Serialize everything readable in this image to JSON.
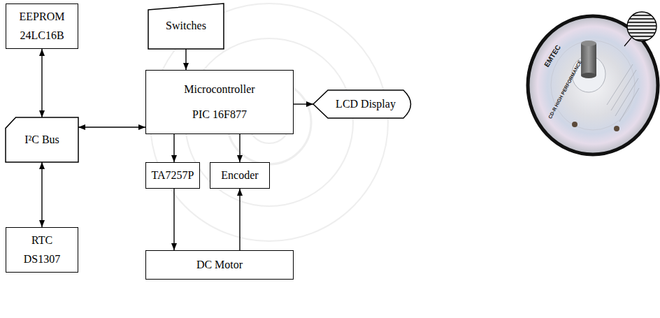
{
  "diagram": {
    "nodes": [
      {
        "text": [
          "EEPROM",
          "24LC16B"
        ]
      },
      {
        "text": [
          "Switches"
        ]
      },
      {
        "text": [
          "Microcontroller",
          "PIC 16F877"
        ]
      },
      {
        "text": [
          "LCD Display"
        ]
      },
      {
        "text": [
          "I²C Bus"
        ]
      },
      {
        "text": [
          "TA7257P"
        ]
      },
      {
        "text": [
          "Encoder"
        ]
      },
      {
        "text": [
          "RTC",
          "DS1307"
        ]
      },
      {
        "text": [
          "DC Motor"
        ]
      }
    ],
    "edges": [
      {
        "from": 0,
        "to": 4,
        "arrow": "both"
      },
      {
        "from": 1,
        "to": 2,
        "arrow": "to"
      },
      {
        "from": 4,
        "to": 2,
        "arrow": "both"
      },
      {
        "from": 2,
        "to": 3,
        "arrow": "to"
      },
      {
        "from": 4,
        "to": 7,
        "arrow": "both"
      },
      {
        "from": 2,
        "to": 5,
        "arrow": "to"
      },
      {
        "from": 2,
        "to": 6,
        "arrow": "to"
      },
      {
        "from": 5,
        "to": 8,
        "arrow": "to"
      },
      {
        "from": 8,
        "to": 6,
        "arrow": "to"
      }
    ],
    "labels": [
      "EMTEC",
      "CD-R HIGH PERFORMANCE"
    ]
  }
}
